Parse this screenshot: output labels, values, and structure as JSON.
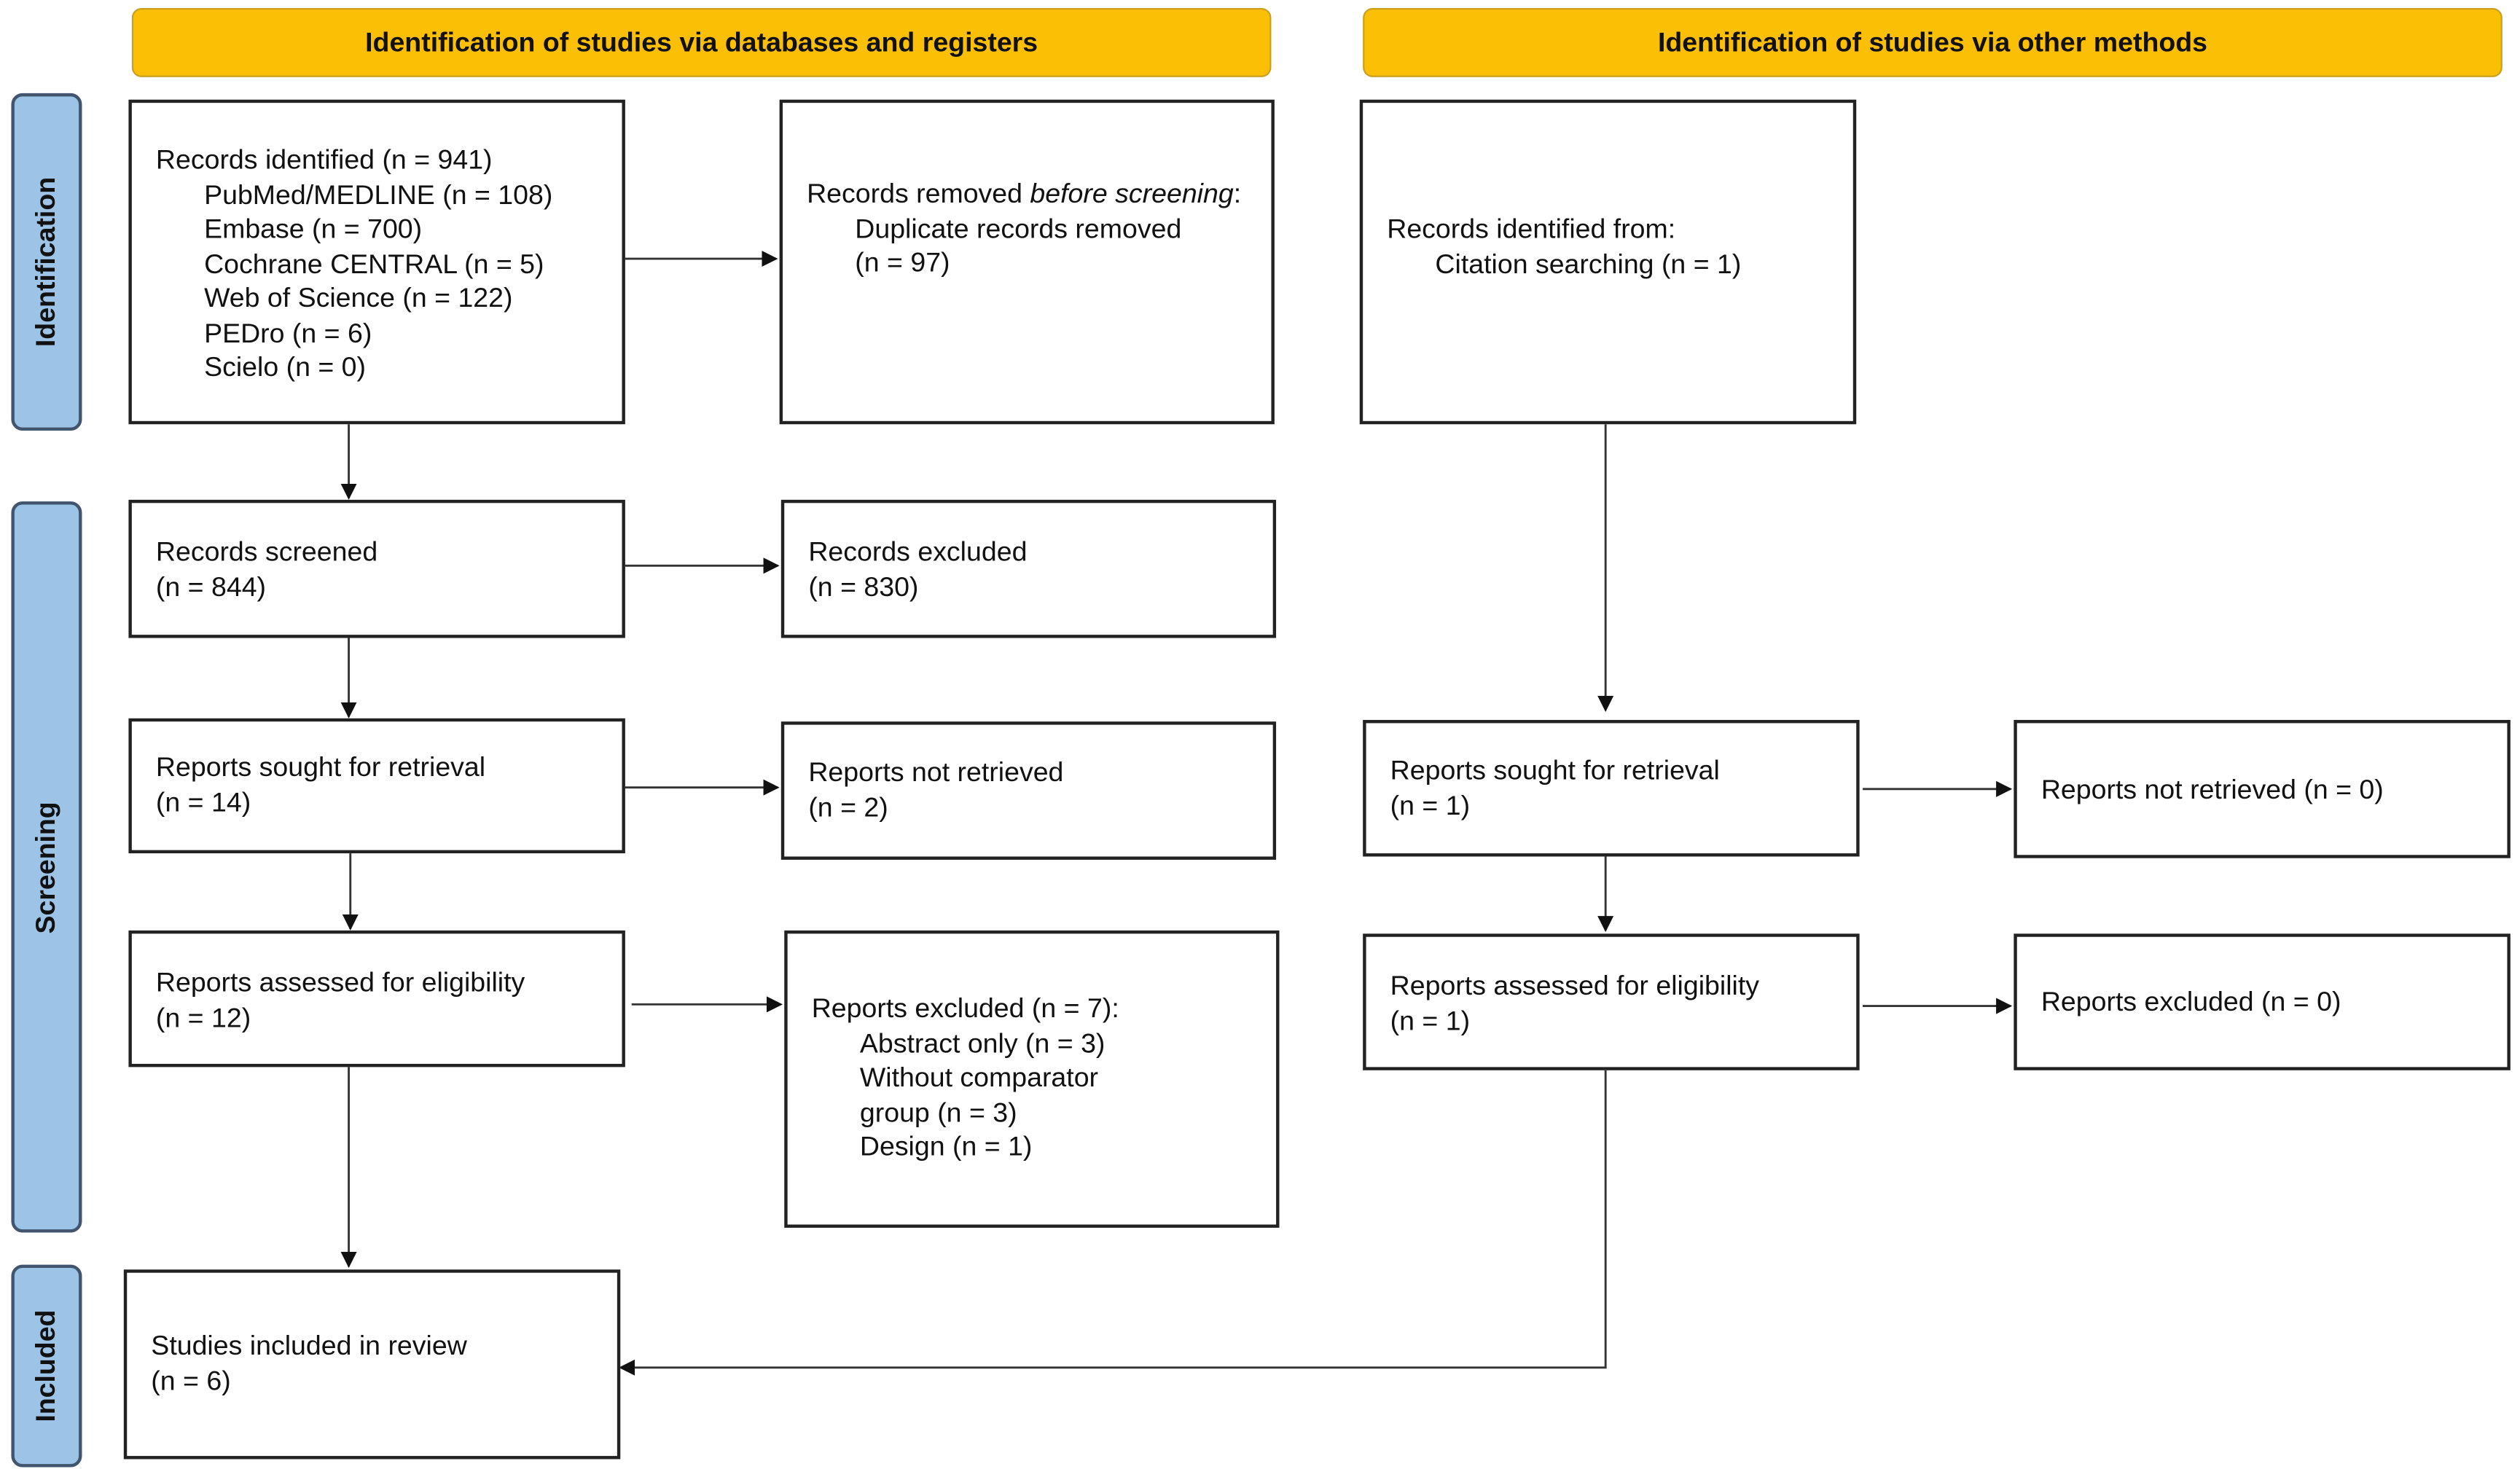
{
  "headers": {
    "databases": "Identification of studies via databases and registers",
    "other": "Identification of studies via other methods"
  },
  "phases": {
    "identification": "Identification",
    "screening": "Screening",
    "included": "Included"
  },
  "db": {
    "identified": {
      "title": "Records identified (n = 941)",
      "items": [
        "PubMed/MEDLINE (n = 108)",
        "Embase (n = 700)",
        "Cochrane CENTRAL (n = 5)",
        "Web of Science (n = 122)",
        "PEDro (n = 6)",
        "Scielo (n = 0)"
      ]
    },
    "removed": {
      "title_pre": "Records removed ",
      "title_em": "before screening",
      "title_post": ":",
      "items": [
        "Duplicate records removed",
        "(n = 97)"
      ]
    },
    "screened": [
      "Records screened",
      "(n = 844)"
    ],
    "excluded": [
      "Records excluded",
      "(n = 830)"
    ],
    "sought": [
      "Reports sought for retrieval",
      "(n = 14)"
    ],
    "not_retrieved": [
      "Reports not retrieved",
      "(n = 2)"
    ],
    "assessed": [
      "Reports assessed for eligibility",
      "(n = 12)"
    ],
    "reports_excluded": {
      "title": "Reports excluded (n = 7):",
      "items": [
        "Abstract only (n = 3)",
        "Without comparator",
        "group (n = 3)",
        "Design (n = 1)"
      ]
    },
    "included": [
      "Studies included in review",
      "(n = 6)"
    ]
  },
  "other": {
    "identified": {
      "title": "Records identified from:",
      "items": [
        "Citation searching (n = 1)"
      ]
    },
    "sought": [
      "Reports sought for retrieval",
      "(n = 1)"
    ],
    "not_retrieved": "Reports not retrieved (n = 0)",
    "assessed": [
      "Reports assessed for eligibility",
      "(n = 1)"
    ],
    "excluded": "Reports excluded (n = 0)"
  },
  "colors": {
    "header": "#fbbf05",
    "phase": "#9dc3e6"
  }
}
